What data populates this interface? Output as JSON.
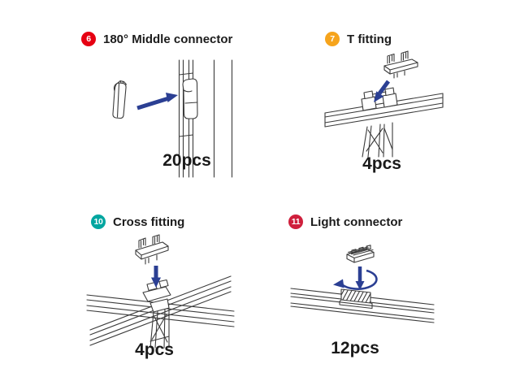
{
  "page": {
    "background": "#ffffff",
    "line_color": "#3b3b3b",
    "arrow_color": "#2b3f93",
    "text_color": "#1a1a1a"
  },
  "sections": [
    {
      "badge": {
        "number": "6",
        "color": "#e60012"
      },
      "title": "180° Middle connector",
      "quantity": "20pcs"
    },
    {
      "badge": {
        "number": "7",
        "color": "#f6a41c"
      },
      "title": "T fitting",
      "quantity": "4pcs"
    },
    {
      "badge": {
        "number": "10",
        "color": "#00a6a0"
      },
      "title": "Cross fitting",
      "quantity": "4pcs"
    },
    {
      "badge": {
        "number": "11",
        "color": "#cf1f3c"
      },
      "title": "Light connector",
      "quantity": "12pcs"
    }
  ]
}
